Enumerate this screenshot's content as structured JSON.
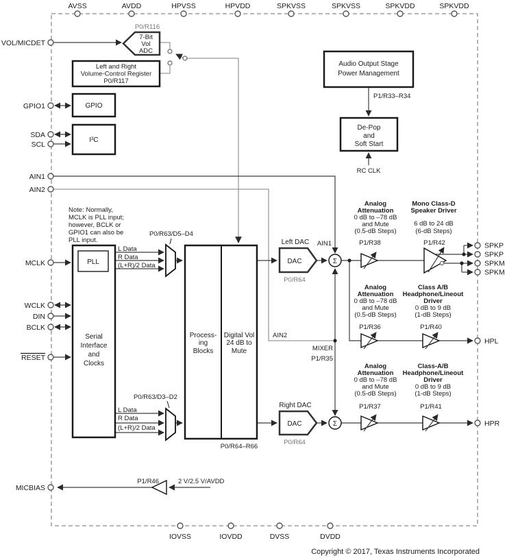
{
  "colors": {
    "ink": "#1a1a1a",
    "wire_dark": "#3c3c3c",
    "wire_light": "#9a9a9a",
    "reg_gray": "#767676"
  },
  "pins": {
    "top": [
      "AVSS",
      "AVDD",
      "HPVSS",
      "HPVDD",
      "SPKVSS",
      "SPKVSS",
      "SPKVDD",
      "SPKVDD"
    ],
    "bottom": [
      "IOVSS",
      "IOVDD",
      "DVSS",
      "DVDD"
    ],
    "left": [
      "VOL/MICDET",
      "GPIO1",
      "SDA",
      "SCL",
      "AIN1",
      "AIN2",
      "MCLK",
      "WCLK",
      "DIN",
      "BCLK",
      "RESET",
      "MICBIAS"
    ],
    "right": [
      "SPKP",
      "SPKP",
      "SPKM",
      "SPKM",
      "HPL",
      "HPR"
    ]
  },
  "adc": {
    "reg": "P0/R116",
    "lines": [
      "7-Bit",
      "Vol",
      "ADC"
    ]
  },
  "volreg": {
    "lines": [
      "Left and Right",
      "Volume-Control Register",
      "P0/R117"
    ]
  },
  "gpio": {
    "label": "GPIO"
  },
  "i2c": {
    "label": "I²C"
  },
  "power": {
    "lines": [
      "Audio Output Stage",
      "Power Management"
    ],
    "reg": "P1/R33–R34"
  },
  "depop": {
    "lines": [
      "De-Pop",
      "and",
      "Soft Start"
    ],
    "clk": "RC CLK"
  },
  "note": {
    "lines": [
      "Note: Normally,",
      "MCLK is PLL input;",
      "however, BCLK or",
      "GPIO1 can also be",
      "PLL input."
    ]
  },
  "serial": {
    "pll": "PLL",
    "lines": [
      "Serial",
      "Interface",
      "and",
      "Clocks"
    ]
  },
  "mux": {
    "top_reg": "P0/R63/D5–D4",
    "bottom_reg": "P0/R63/D3–D2",
    "inputs": [
      "L Data",
      "R Data",
      "(L+R)/2 Data"
    ]
  },
  "center": {
    "processing": [
      "Process-",
      "ing",
      "Blocks"
    ],
    "digvol": [
      "Digital Vol",
      "24 dB to",
      "Mute"
    ],
    "reg": "P0/R64–R66"
  },
  "dac_left": {
    "title": "Left DAC",
    "label": "DAC",
    "reg": "P0/R64"
  },
  "dac_right": {
    "title": "Right DAC",
    "label": "DAC",
    "reg": "P0/R64"
  },
  "mixer": {
    "ain1": "AIN1",
    "ain2": "AIN2",
    "label": "MIXER",
    "reg": "P1/R35",
    "sum": "Σ"
  },
  "stages": {
    "att1": {
      "bold": [
        "Analog",
        "Attenuation"
      ],
      "normal": [
        "0 dB to –78 dB",
        "and Mute",
        "(0.5-dB Steps)"
      ],
      "reg": "P1/R38"
    },
    "spk": {
      "bold": [
        "Mono Class-D",
        "Speaker Driver"
      ],
      "normal": [
        "6 dB to 24 dB",
        "(6-dB Steps)"
      ],
      "reg": "P1/R42"
    },
    "att2": {
      "bold": [
        "Analog",
        "Attenuation"
      ],
      "normal": [
        "0 dB to –78 dB",
        "and Mute",
        "(0.5-dB Steps)"
      ],
      "reg": "P1/R36"
    },
    "hpl": {
      "bold": [
        "Class A/B",
        "Headphone/Lineout",
        "Driver"
      ],
      "normal": [
        "0 dB to 9 dB",
        "(1-dB Steps)"
      ],
      "reg": "P1/R40"
    },
    "att3": {
      "bold": [
        "Analog",
        "Attenuation"
      ],
      "normal": [
        "0 dB to –78 dB",
        "and Mute",
        "(0.5-dB Steps)"
      ],
      "reg": "P1/R37"
    },
    "hpr": {
      "bold": [
        "Class-A/B",
        "Headphone/Lineout",
        "Driver"
      ],
      "normal": [
        "0 dB to 9 dB",
        "(1-dB Steps)"
      ],
      "reg": "P1/R41"
    }
  },
  "micbias": {
    "reg": "P1/R46",
    "input": "2 V/2.5 V/AVDD"
  },
  "footer": {
    "copyright": "Copyright © 2017, Texas Instruments Incorporated"
  }
}
